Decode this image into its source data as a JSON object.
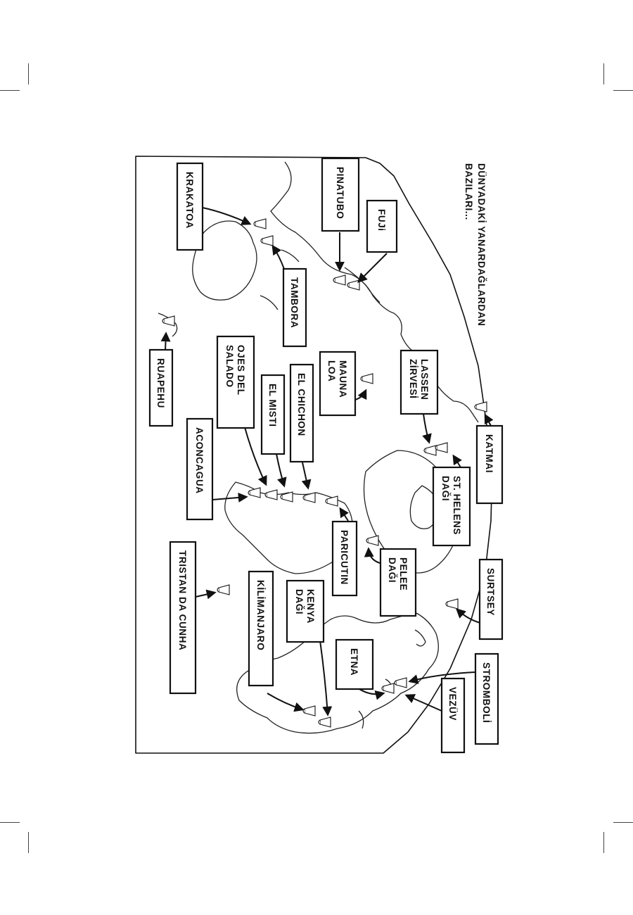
{
  "title": {
    "line1": "DÜNYADAKİ YANARDAĞLARDAN",
    "line2": "BAZILARI..."
  },
  "volcanoes": {
    "krakatoa": [
      "KRAKATOA"
    ],
    "pinatubo": [
      "PINATUBO"
    ],
    "fuji": [
      "FUJi"
    ],
    "tambora": [
      "TAMBORA"
    ],
    "ruapehu": [
      "RUAPEHU"
    ],
    "ojos_del_salado": [
      "OJES DEL",
      "SALADO"
    ],
    "el_misti": [
      "EL MISTI"
    ],
    "el_chichon": [
      "EL CHICHON"
    ],
    "mauna_loa": [
      "MAUNA",
      "LOA"
    ],
    "lassen": [
      "LASSEN",
      "ZİRVESİ"
    ],
    "katmai": [
      "KATMAI"
    ],
    "aconcagua": [
      "ACONCAGUA"
    ],
    "st_helens": [
      "ST. HELENS",
      "DAĞI"
    ],
    "paricutin": [
      "PARICUTIN"
    ],
    "pelee": [
      "PELEE",
      "DAĞI"
    ],
    "surtsey": [
      "SURTSEY"
    ],
    "tristan_da_cunha": [
      "TRISTAN DA CUNHA"
    ],
    "kilimanjaro": [
      "KİLİMANJARO"
    ],
    "kenya": [
      "KENYA",
      "DAĞI"
    ],
    "etna": [
      "ETNA"
    ],
    "stromboli": [
      "STROMBOLİ"
    ],
    "vezuv": [
      "VEZÜV"
    ]
  }
}
